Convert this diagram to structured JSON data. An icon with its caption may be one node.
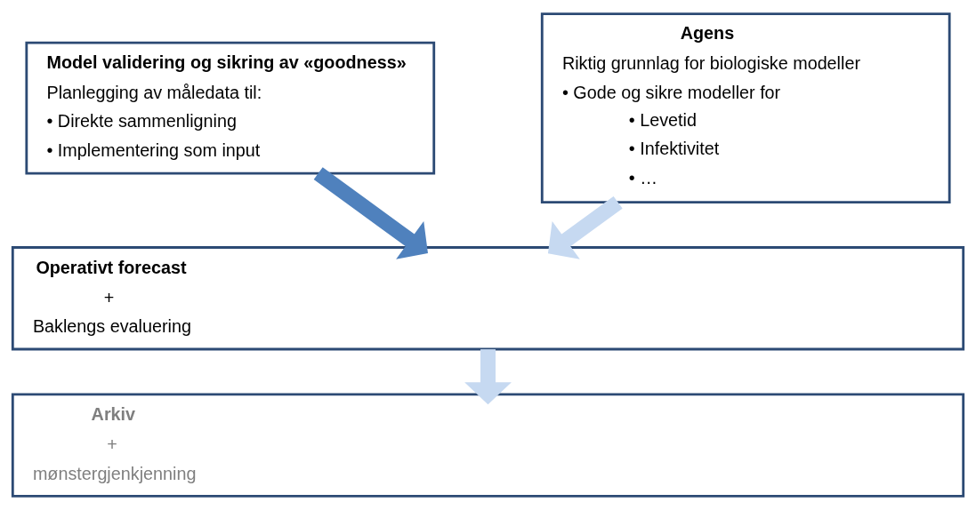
{
  "diagram": {
    "nodes": [
      {
        "text": [
          "Model validering og sikring av «goodness»",
          "Planlegging av måledata til:",
          "• Direkte sammenligning",
          "• Implementering som input"
        ]
      },
      {
        "text": [
          "Agens",
          "Riktig grunnlag for biologiske modeller",
          "• Gode og sikre modeller for",
          "• Levetid",
          "• Infektivitet",
          "• …"
        ]
      },
      {
        "text": [
          "Operativt forecast",
          "+",
          "Baklengs evaluering"
        ]
      },
      {
        "text": [
          "Arkiv",
          "+",
          "mønstergjenkjenning"
        ]
      }
    ],
    "edges": [
      {
        "from": 0,
        "to": 2,
        "arrow": "to",
        "color": "#4f81bd"
      },
      {
        "from": 1,
        "to": 2,
        "arrow": "to"
      },
      {
        "from": 2,
        "to": 3,
        "arrow": "to"
      }
    ]
  }
}
